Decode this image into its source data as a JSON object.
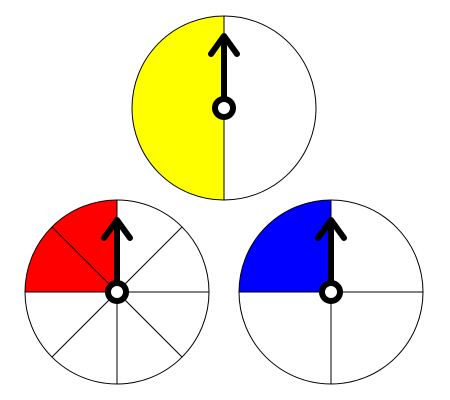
{
  "spinners": [
    {
      "id": "yellow",
      "sections": 2,
      "shaded_sections": 1,
      "fill_color": "#ffff00",
      "outline_color": "#000000",
      "arrow_color": "#000000",
      "arrow_direction": "up"
    },
    {
      "id": "red",
      "sections": 8,
      "shaded_sections": 2,
      "fill_color": "#ff0000",
      "outline_color": "#000000",
      "arrow_color": "#000000",
      "arrow_direction": "up"
    },
    {
      "id": "blue",
      "sections": 4,
      "shaded_sections": 1,
      "fill_color": "#0000ff",
      "outline_color": "#000000",
      "arrow_color": "#000000",
      "arrow_direction": "up"
    }
  ]
}
